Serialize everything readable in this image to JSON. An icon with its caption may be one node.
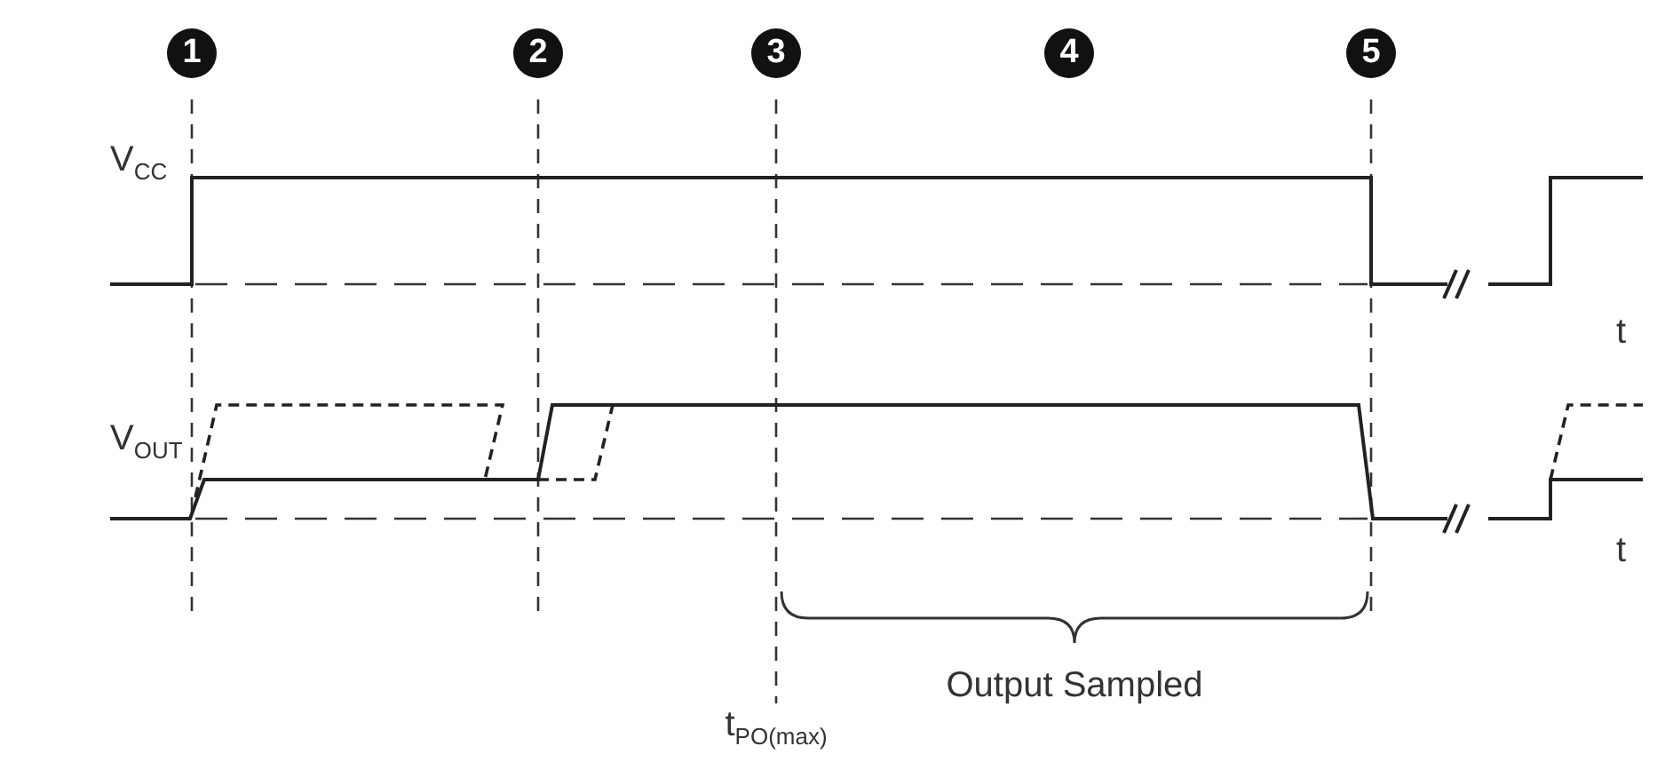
{
  "diagram": {
    "labels": [
      "1",
      "2",
      "3",
      "4",
      "5",
      "V$_{CC}$",
      "t",
      "V$_{OUT}$",
      "t",
      "Output Sampled",
      "t$_{PO(max)}$"
    ]
  }
}
